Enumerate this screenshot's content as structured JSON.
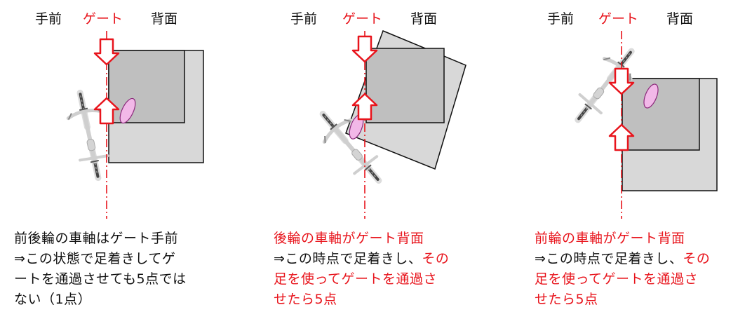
{
  "colors": {
    "red": "#e8141c",
    "black": "#111111",
    "shape_light": "#d8d8d8",
    "shape_mid": "#bfbfbf",
    "ellipse": "#f2b8e8",
    "ellipse_stroke": "#8a2a7a"
  },
  "panels": [
    {
      "header": {
        "front": "手前",
        "gate": "ゲート",
        "back": "背面"
      },
      "caption": [
        [
          {
            "text": "前後輪の車軸はゲート手前",
            "red": false
          }
        ],
        [
          {
            "text": "⇒この状態で足着きしてゲ",
            "red": false
          }
        ],
        [
          {
            "text": "ートを通過させても5点では",
            "red": false
          }
        ],
        [
          {
            "text": "ない（1点）",
            "red": false
          }
        ]
      ]
    },
    {
      "header": {
        "front": "手前",
        "gate": "ゲート",
        "back": "背面"
      },
      "caption": [
        [
          {
            "text": "後輪の車軸がゲート背面",
            "red": true
          }
        ],
        [
          {
            "text": "⇒この時点で足着きし、",
            "red": false
          },
          {
            "text": "その",
            "red": true
          }
        ],
        [
          {
            "text": "足を使ってゲートを通過さ",
            "red": true
          }
        ],
        [
          {
            "text": "せたら5点",
            "red": true
          }
        ]
      ]
    },
    {
      "header": {
        "front": "手前",
        "gate": "ゲート",
        "back": "背面"
      },
      "caption": [
        [
          {
            "text": "前輪の車軸がゲート背面",
            "red": true
          }
        ],
        [
          {
            "text": "⇒この時点で足着きし、",
            "red": false
          },
          {
            "text": "その",
            "red": true
          }
        ],
        [
          {
            "text": "足を使ってゲートを通過さ",
            "red": true
          }
        ],
        [
          {
            "text": "せたら5点",
            "red": true
          }
        ]
      ]
    }
  ]
}
